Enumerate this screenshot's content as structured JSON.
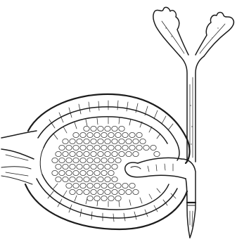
{
  "figure": {
    "subject": "seed-with-emerging-seedling",
    "parts": [
      "seed-coat",
      "endosperm",
      "embryo-cotyledon",
      "radicle",
      "hypocotyl",
      "cotyledon-leaves"
    ],
    "colors": {
      "ink": "#1c1c1c",
      "paper": "#ffffff"
    }
  }
}
